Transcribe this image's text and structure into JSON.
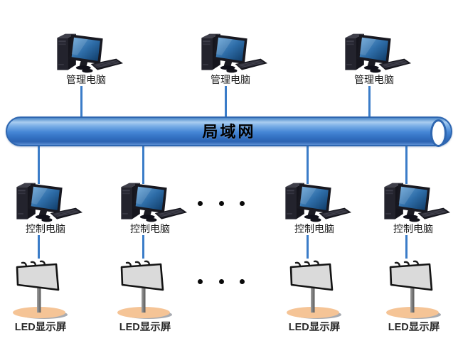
{
  "diagram_title": "LED display LAN network topology",
  "lan": {
    "label": "局域网"
  },
  "rows": {
    "management": {
      "labels": [
        "管理电脑",
        "管理电脑",
        "管理电脑"
      ]
    },
    "control": {
      "labels": [
        "控制电脑",
        "控制电脑",
        "控制电脑",
        "控制电脑"
      ]
    },
    "led": {
      "labels": [
        "LED显示屏",
        "LED显示屏",
        "LED显示屏",
        "LED显示屏"
      ]
    }
  },
  "icons": {
    "desktop_computer": "desktop-computer-icon",
    "led_billboard": "led-billboard-icon",
    "ellipsis": "ellipsis-dots"
  },
  "colors": {
    "background": "#FFFFFF",
    "connector_blue": "#3A7CC8",
    "cylinder_blue": "#4687D6",
    "cylinder_border": "#2E66B0",
    "monitor_screen_blue": "#2E6DA8",
    "billboard_panel_gray": "#DADADA",
    "billboard_base_peach": "#F5C496",
    "billboard_shadow_gray": "#A9ACB2",
    "label_text": "#1C1C1C",
    "lan_text": "#000000"
  }
}
